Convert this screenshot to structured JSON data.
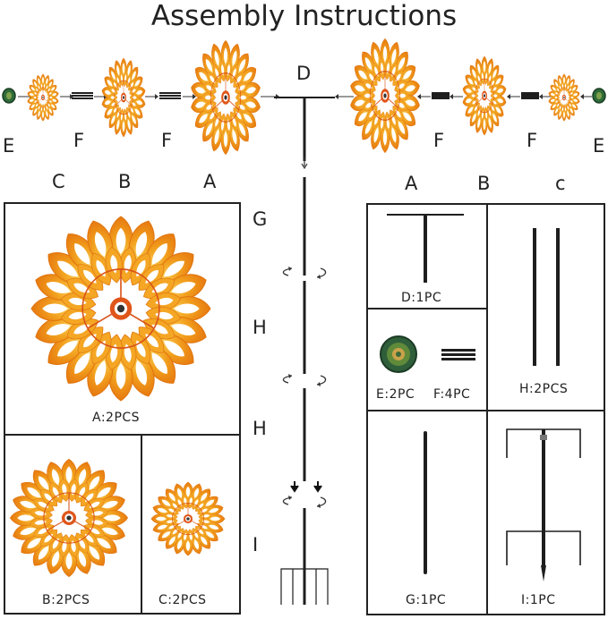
{
  "title": "Assembly Instructions",
  "top_row": {
    "left_labels": [
      "E",
      "F",
      "F"
    ],
    "center_label": "D",
    "right_labels": [
      "F",
      "F",
      "E"
    ],
    "size_left": [
      "C",
      "B",
      "A"
    ],
    "size_right": [
      "A",
      "B",
      "c"
    ]
  },
  "middle": {
    "labels": [
      "G",
      "H",
      "H",
      "I"
    ]
  },
  "left_panel": {
    "a_caption": "A:2PCS",
    "b_caption": "B:2PCS",
    "c_caption": "C:2PCS"
  },
  "right_panel": {
    "d_caption": "D:1PC",
    "e_caption": "E:2PC",
    "f_caption": "F:4PC",
    "h_caption": "H:2PCS",
    "g_caption": "G:1PC",
    "i_caption": "I:1PC"
  },
  "colors": {
    "petal_outer": "#ee8a12",
    "petal_inner": "#f7b83a",
    "ring": "#d9541a",
    "pole": "#1e1e1e",
    "cap_green": "#2f6b3a"
  }
}
